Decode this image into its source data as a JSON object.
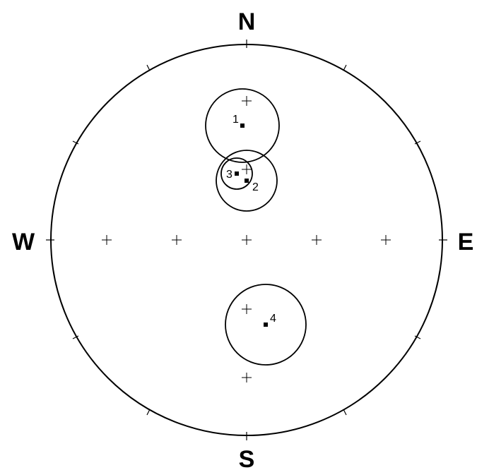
{
  "compass": {
    "north": "N",
    "south": "S",
    "east": "E",
    "west": "W"
  },
  "points": [
    {
      "label": "1"
    },
    {
      "label": "2"
    },
    {
      "label": "3"
    },
    {
      "label": "4"
    }
  ],
  "colors": {
    "ink": "#000000",
    "background": "#ffffff"
  }
}
